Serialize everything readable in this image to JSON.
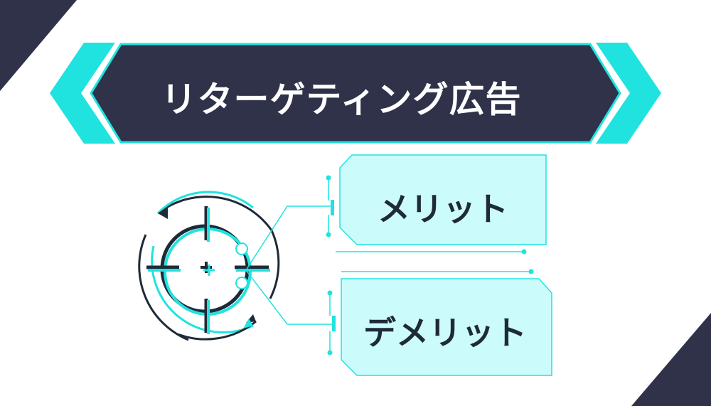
{
  "title": {
    "text": "リターゲティング広告"
  },
  "cards": {
    "merit": {
      "label": "メリット"
    },
    "demerit": {
      "label": "デメリット"
    }
  },
  "colors": {
    "navy": "#2f3249",
    "cyan": "#20e3e0",
    "cyan_light": "#ccfbfb",
    "text_dark": "#1f2a38"
  },
  "icons": {
    "target": "crosshair-target-icon"
  }
}
